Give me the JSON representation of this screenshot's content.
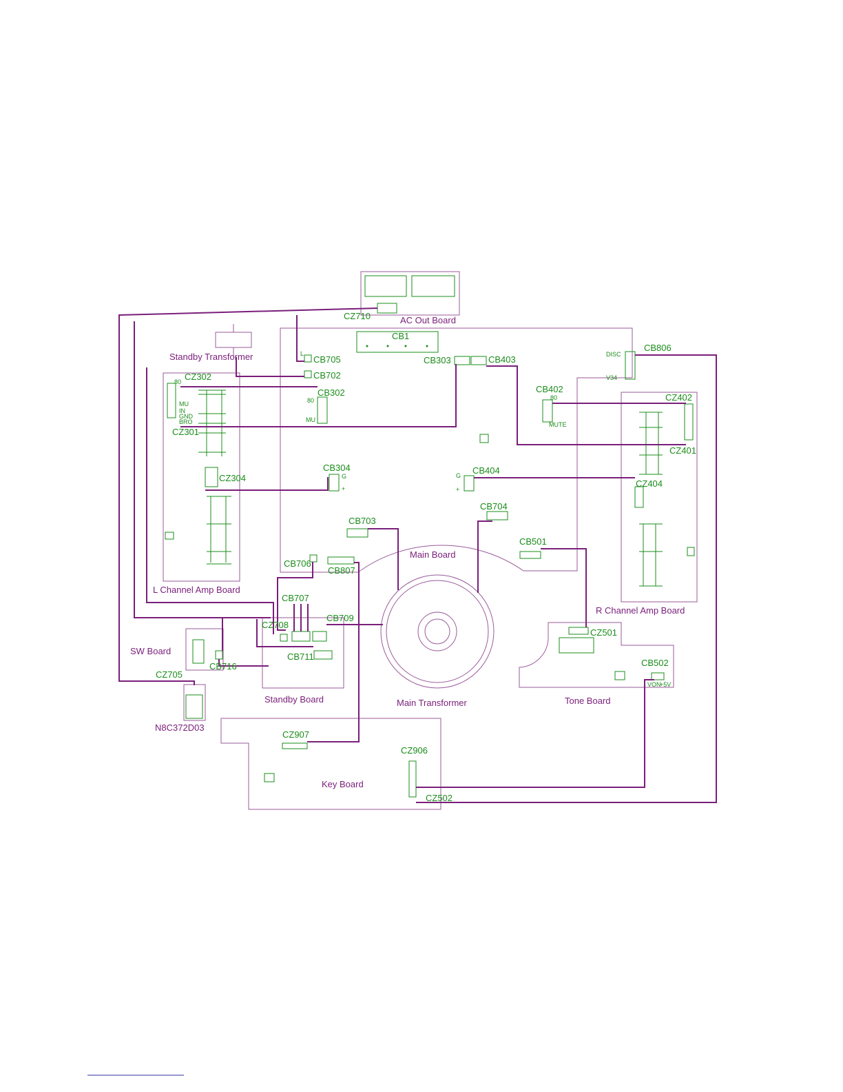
{
  "boards": {
    "ac_out": "AC Out Board",
    "standby_transformer": "Standby Transformer",
    "l_channel": "L Channel Amp Board",
    "r_channel": "R Channel Amp Board",
    "main": "Main Board",
    "sw": "SW Board",
    "standby": "Standby Board",
    "main_transformer": "Main Transformer",
    "tone": "Tone Board",
    "key": "Key Board",
    "n8c": "N8C372D03"
  },
  "connectors": {
    "cz710": "CZ710",
    "cb1": "CB1",
    "cb705": "CB705",
    "cb702": "CB702",
    "cb303": "CB303",
    "cb403": "CB403",
    "cb806": "CB806",
    "cz302": "CZ302",
    "cb302": "CB302",
    "cb402": "CB402",
    "cz402": "CZ402",
    "cz301": "CZ301",
    "cz401": "CZ401",
    "cb304": "CB304",
    "cz304": "CZ304",
    "cb404": "CB404",
    "cz404": "CZ404",
    "cb703": "CB703",
    "cb704": "CB704",
    "cb501": "CB501",
    "cb706": "CB706",
    "cb807": "CB807",
    "cb707": "CB707",
    "cb709": "CB709",
    "cz708": "CZ708",
    "cb711": "CB711",
    "cb716": "CB716",
    "cz705": "CZ705",
    "cz501": "CZ501",
    "cb502": "CB502",
    "cz907": "CZ907",
    "cz906": "CZ906",
    "cz502": "CZ502"
  },
  "pins": {
    "disc": "DISC",
    "v34": "V34",
    "eighty_a": "80",
    "eighty_b": "80",
    "eighty_c": "80",
    "mu_a": "MU",
    "mu_b": "MU",
    "in": "IN",
    "gnd": "GND",
    "bro": "BRO",
    "mute": "MUTE",
    "g_a": "G",
    "g_b": "G",
    "plus_a": "+",
    "plus_b": "+",
    "l": "L",
    "v5": "+5V",
    "von": "VON"
  }
}
